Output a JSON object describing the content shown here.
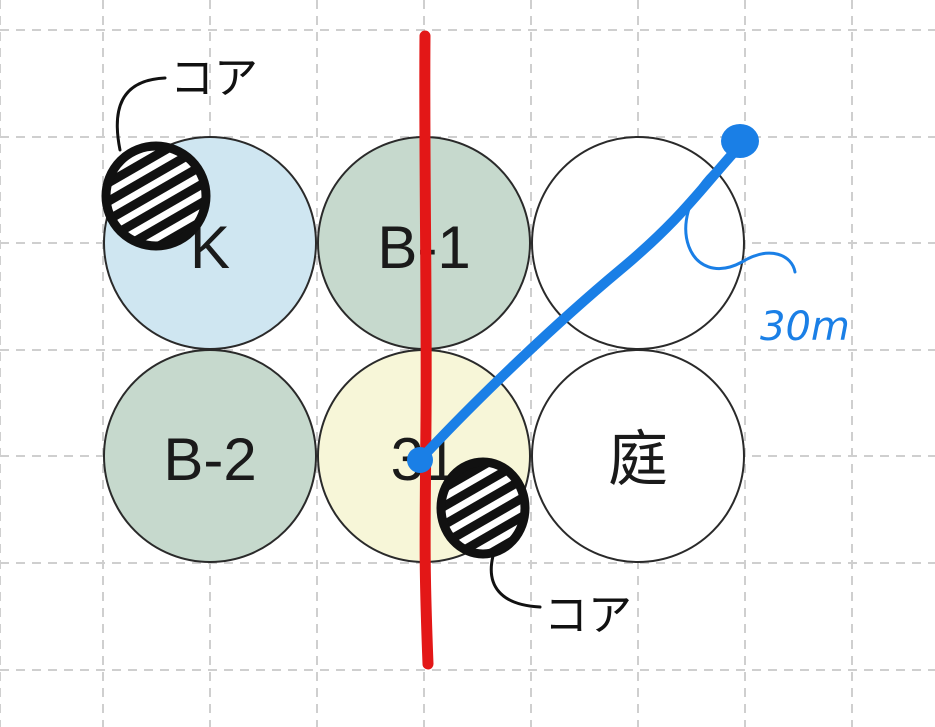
{
  "zones": [
    {
      "id": "K",
      "label": "K",
      "fill": "#cfe6f1"
    },
    {
      "id": "B-1",
      "label": "B-1",
      "fill": "#c6d9cd"
    },
    {
      "id": "NE",
      "label": "",
      "fill": "#ffffff"
    },
    {
      "id": "B-2",
      "label": "B-2",
      "fill": "#c6d9cd"
    },
    {
      "id": "31",
      "label": "31",
      "fill": "#f7f6d8"
    },
    {
      "id": "garden",
      "label": "庭",
      "fill": "#ffffff"
    }
  ],
  "annotations": {
    "core_top": "コア",
    "core_bottom": "コア",
    "distance": "30m"
  },
  "colors": {
    "grid": "#cfcfcf",
    "divider": "#e31717",
    "measure": "#1a7fe6",
    "core": "#111111"
  }
}
